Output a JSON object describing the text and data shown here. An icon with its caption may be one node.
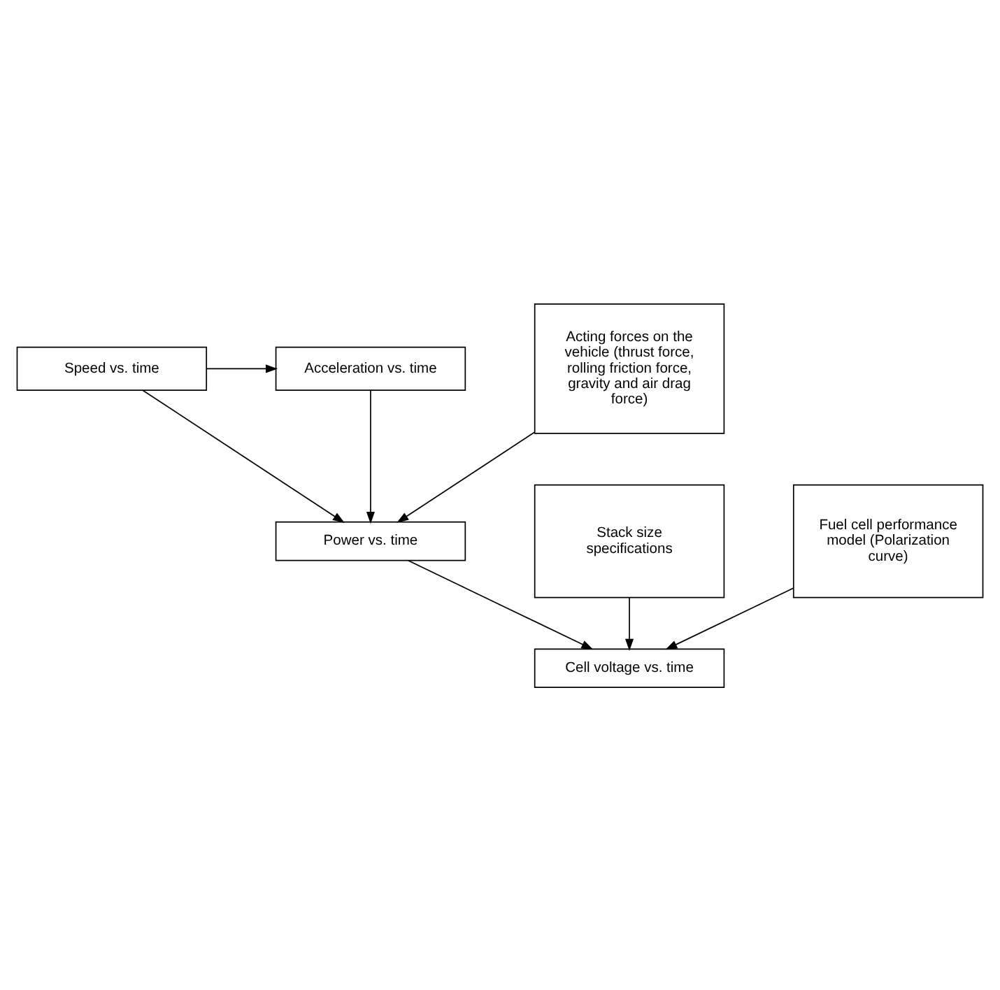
{
  "diagram": {
    "nodes": [
      {
        "text": [
          "Speed vs. time"
        ]
      },
      {
        "text": [
          "Acceleration vs. time"
        ]
      },
      {
        "text": [
          "Acting forces on the vehicle (thrust force, rolling friction force, gravity and air drag force)"
        ]
      },
      {
        "text": [
          "Power vs. time"
        ]
      },
      {
        "text": [
          "Stack size specifications"
        ]
      },
      {
        "text": [
          "Fuel cell performance model (Polarization curve)"
        ]
      },
      {
        "text": [
          "Cell voltage vs. time"
        ]
      }
    ],
    "edges": [
      {
        "from": 0,
        "to": 1,
        "arrow": "to"
      },
      {
        "from": 0,
        "to": 3,
        "arrow": "to"
      },
      {
        "from": 1,
        "to": 3,
        "arrow": "to"
      },
      {
        "from": 2,
        "to": 3,
        "arrow": "to"
      },
      {
        "from": 3,
        "to": 6,
        "arrow": "to"
      },
      {
        "from": 4,
        "to": 6,
        "arrow": "to"
      },
      {
        "from": 5,
        "to": 6,
        "arrow": "to"
      }
    ]
  }
}
